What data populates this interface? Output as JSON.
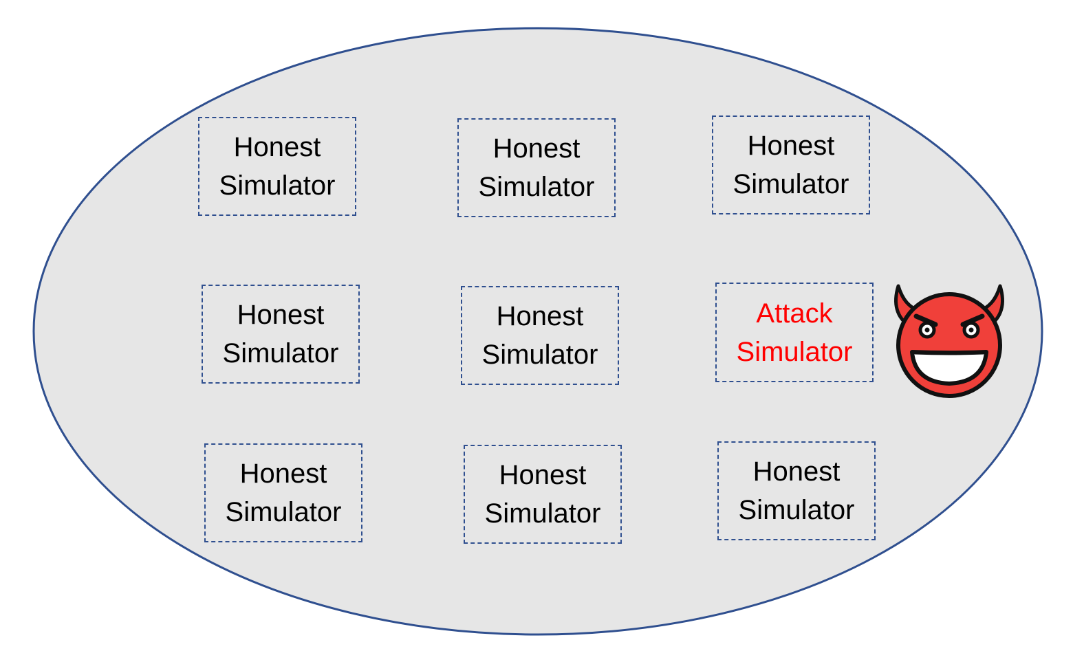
{
  "colors": {
    "region_fill": "#e6e6e6",
    "region_stroke": "#2f4f8f",
    "box_border": "#2f4f8f",
    "honest_text": "#000000",
    "attack_text": "#ff0000",
    "devil_fill": "#f0403a"
  },
  "simulators": [
    {
      "kind": "honest",
      "line1": "Honest",
      "line2": "Simulator"
    },
    {
      "kind": "honest",
      "line1": "Honest",
      "line2": "Simulator"
    },
    {
      "kind": "honest",
      "line1": "Honest",
      "line2": "Simulator"
    },
    {
      "kind": "honest",
      "line1": "Honest",
      "line2": "Simulator"
    },
    {
      "kind": "honest",
      "line1": "Honest",
      "line2": "Simulator"
    },
    {
      "kind": "attack",
      "line1": "Attack",
      "line2": "Simulator"
    },
    {
      "kind": "honest",
      "line1": "Honest",
      "line2": "Simulator"
    },
    {
      "kind": "honest",
      "line1": "Honest",
      "line2": "Simulator"
    },
    {
      "kind": "honest",
      "line1": "Honest",
      "line2": "Simulator"
    }
  ],
  "icons": {
    "attacker": "devil-face-icon"
  }
}
